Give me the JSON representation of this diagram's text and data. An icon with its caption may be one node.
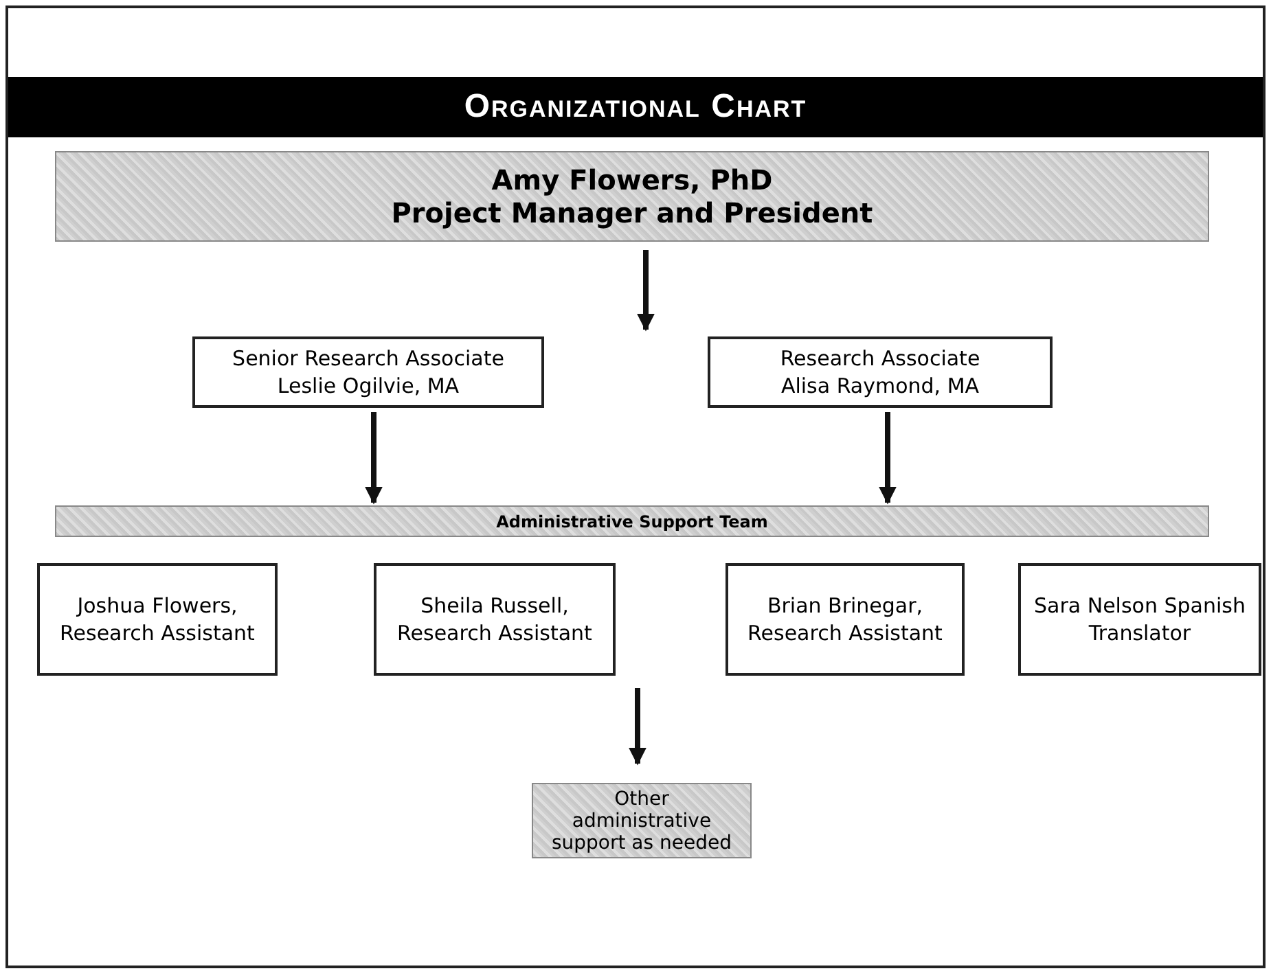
{
  "diagram": {
    "title": "Organizational Chart",
    "nodes": [
      {
        "text": [
          "Amy Flowers, PhD",
          "Project Manager and President"
        ]
      },
      {
        "text": [
          "Senior Research Associate",
          "Leslie Ogilvie, MA"
        ]
      },
      {
        "text": [
          "Research Associate",
          "Alisa Raymond, MA"
        ]
      },
      {
        "text": [
          "Administrative Support Team"
        ]
      },
      {
        "text": [
          "Joshua Flowers, Research Assistant"
        ]
      },
      {
        "text": [
          "Sheila Russell, Research Assistant"
        ]
      },
      {
        "text": [
          "Brian Brinegar, Research Assistant"
        ]
      },
      {
        "text": [
          "Sara Nelson Spanish Translator"
        ]
      },
      {
        "text": [
          "Other administrative support as needed"
        ]
      }
    ],
    "edges": [
      {
        "from": 0,
        "to": null,
        "arrow": "to"
      },
      {
        "from": 1,
        "to": 3,
        "arrow": "to"
      },
      {
        "from": 2,
        "to": 3,
        "arrow": "to"
      },
      {
        "from": null,
        "to": 8,
        "arrow": "to"
      }
    ]
  }
}
